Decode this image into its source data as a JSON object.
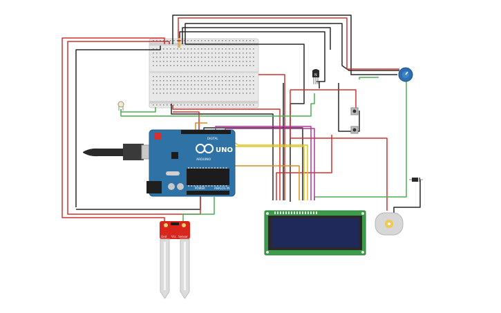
{
  "arduino": {
    "model_label": "UNO",
    "brand_label": "ARDUINO",
    "digital_label": "DIGITAL",
    "power_label": "POWER",
    "analog_label": "ANALOG IN"
  },
  "soil_sensor": {
    "pin_labels": [
      "Gnd",
      "Vcc",
      "Sensor"
    ]
  },
  "transistor": {
    "label": "N"
  },
  "colors": {
    "wire_red": "#d0312d",
    "wire_black": "#262626",
    "wire_green": "#4caf50",
    "wire_orange": "#e08a1e",
    "wire_yellow": "#e0c21a",
    "wire_purple": "#b0359a",
    "arduino_board": "#2f73a6",
    "lcd_board": "#3d9c4a",
    "lcd_screen": "#1f2a5a",
    "soil_sensor_pcb": "#d9261c",
    "breadboard": "#e6e6e6",
    "potentiometer": "#2d6fb0",
    "motor": "#d7d7d7"
  }
}
